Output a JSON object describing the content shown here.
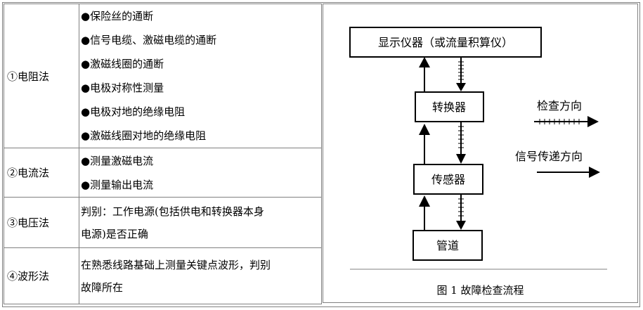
{
  "methods": [
    {
      "name": "①电阻法",
      "items": [
        "保险丝的通断",
        "信号电缆、激磁电缆的通断",
        "激磁线圈的通断",
        "电极对称性测量",
        "电极对地的绝缘电阻",
        "激磁线圈对地的绝缘电阻"
      ]
    },
    {
      "name": "②电流法",
      "items": [
        "测量激磁电流",
        "测量输出电流"
      ]
    },
    {
      "name": "③电压法",
      "lines": [
        "判别：工作电源(包括供电和转换器本身",
        "电源)是否正确"
      ]
    },
    {
      "name": "④波形法",
      "lines": [
        "在熟悉线路基础上测量关键点波形，判别",
        "故障所在"
      ]
    }
  ],
  "bullet": "●",
  "diagram": {
    "box_display": "显示仪器（或流量积算仪）",
    "box_converter": "转换器",
    "box_sensor": "传感器",
    "box_pipe": "管道",
    "legend_check": "检查方向",
    "legend_signal": "信号传递方向"
  },
  "caption": "图 1  故障检查流程"
}
